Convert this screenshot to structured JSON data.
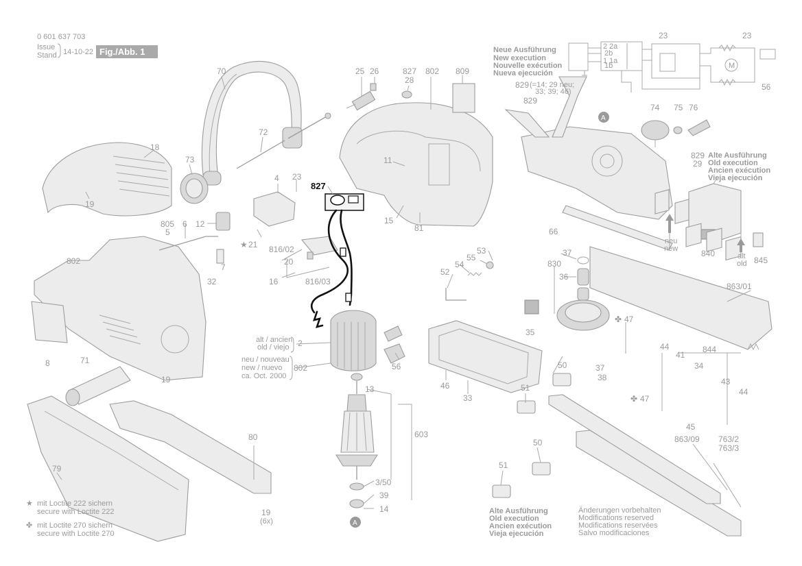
{
  "header": {
    "part_number": "0 601 637 703",
    "issue_label": "Issue",
    "stand_label": "Stand",
    "issue_date": "14-10-22",
    "figure_label": "Fig./Abb. 1"
  },
  "legend": {
    "loctite222_de": "mit Loctite 222 sichern",
    "loctite222_en": "secure with Loctite 222",
    "loctite270_de": "mit Loctite 270 sichern",
    "loctite270_en": "secure with Loctite 270"
  },
  "new_execution": {
    "de": "Neue Ausführung",
    "en": "New execution",
    "fr": "Nouvelle exécution",
    "es": "Nueva ejecución",
    "note_829": "(=14; 29 neu;",
    "note_829b": "33; 39; 46)"
  },
  "old_execution_right": {
    "de": "Alte Ausführung",
    "en": "Old execution",
    "fr": "Ancien exécution",
    "es": "Vieja ejecución"
  },
  "old_execution_bottom": {
    "de": "Alte Ausführung",
    "en": "Old execution",
    "fr": "Ancien exécution",
    "es": "Vieja ejecución"
  },
  "modifications": {
    "de": "Änderungen vorbehalten",
    "en": "Modifications reserved",
    "fr": "Modifications reservées",
    "es": "Salvo modificaciones"
  },
  "variant_labels": {
    "alt": "alt / ancien",
    "old": "old / viejo",
    "neu": "neu / nouveau",
    "new": "new / nuevo",
    "ca": "ca. Oct. 2000",
    "neu_small": "neu",
    "new_small": "new",
    "alt_small": "alt",
    "old_small": "old"
  },
  "circuit": {
    "t2": "2",
    "t2a": "2a",
    "t2b": "2b",
    "t1": "1",
    "t1a": "1a",
    "t1b": "1b",
    "motor": "M"
  },
  "callouts": {
    "c70": "70",
    "c18": "18",
    "c19a": "19",
    "c73": "73",
    "c72": "72",
    "c25": "25",
    "c26": "26",
    "c827a": "827",
    "c28": "28",
    "c802a": "802",
    "c809": "809",
    "c23a": "23",
    "c23b": "23",
    "c56a": "56",
    "c829a": "829",
    "c74": "74",
    "c75": "75",
    "c76": "76",
    "c11": "11",
    "c827b": "827",
    "c4": "4",
    "c23c": "23",
    "c829b": "829",
    "c29": "29",
    "c805": "805",
    "c5": "5",
    "c6": "6",
    "c12": "12",
    "c15": "15",
    "c81": "81",
    "c21": "21",
    "c816_02": "816/02",
    "c20": "20",
    "c16": "16",
    "c816_03": "816/03",
    "c7": "7",
    "c32": "32",
    "c53": "53",
    "c54": "54",
    "c55": "55",
    "c52": "52",
    "c66": "66",
    "c840": "840",
    "c845": "845",
    "c802b": "802",
    "c37a": "37",
    "c830": "830",
    "c36": "36",
    "c863_01": "863/01",
    "c35": "35",
    "c47a": "47",
    "c2": "2",
    "c802c": "802",
    "c56b": "56",
    "c8": "8",
    "c71": "71",
    "c19b": "19",
    "c13": "13",
    "c46": "46",
    "c33": "33",
    "c50a": "50",
    "c37b": "37",
    "c38": "38",
    "c44a": "44",
    "c41": "41",
    "c844": "844",
    "c34": "34",
    "c43": "43",
    "c44b": "44",
    "c47b": "47",
    "c51a": "51",
    "c45": "45",
    "c603": "603",
    "c80": "80",
    "c79": "79",
    "c3_50": "3/50",
    "c39": "39",
    "c14": "14",
    "c19c": "19",
    "c6x": "(6x)",
    "c863_09": "863/09",
    "c763_2": "763/2",
    "c763_3": "763/3",
    "c50b": "50",
    "c51b": "51",
    "cA1": "A",
    "cA2": "A"
  }
}
